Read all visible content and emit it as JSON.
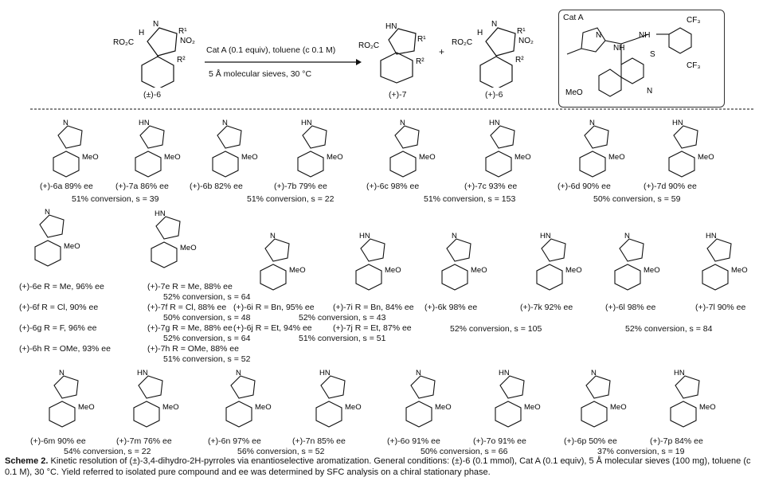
{
  "header": {
    "reactant_label": "(±)-6",
    "conditions_line1": "Cat A (0.1 equiv), toluene (c 0.1 M)",
    "conditions_line2": "5 Å molecular sieves, 30 °C",
    "product_label": "(+)-7",
    "plus": "+",
    "recovered_label": "(+)-6",
    "catalyst_box_title": "Cat A"
  },
  "atoms": {
    "N": "N",
    "HN": "HN",
    "H": "H",
    "R1": "R¹",
    "R2": "R²",
    "NO2": "NO₂",
    "RO2C": "RO₂C",
    "CF3": "CF₃",
    "NH": "NH",
    "S": "S",
    "MeO": "MeO"
  },
  "compounds": [
    {
      "label": "(+)-6a 89% ee"
    },
    {
      "label": "(+)-7a 86% ee"
    },
    {
      "label": "(+)-6b 82% ee"
    },
    {
      "label": "(+)-7b 79% ee"
    },
    {
      "label": "(+)-6c 98% ee"
    },
    {
      "label": "(+)-7c 93% ee"
    },
    {
      "label": "(+)-6d 90% ee"
    },
    {
      "label": "(+)-7d 90% ee"
    },
    {
      "label": "(+)-6e R = Me, 96% ee"
    },
    {
      "label": "(+)-7e R = Me, 88% ee"
    },
    {
      "label": "(+)-6f R = Cl, 90% ee"
    },
    {
      "label": "(+)-7f R = Cl, 88% ee"
    },
    {
      "label": "(+)-6g R = F, 96% ee"
    },
    {
      "label": "(+)-7g R = Me, 88% ee"
    },
    {
      "label": "(+)-6h R = OMe, 93% ee"
    },
    {
      "label": "(+)-7h R = OMe, 88% ee"
    },
    {
      "label": "(+)-6i R = Bn, 95% ee"
    },
    {
      "label": "(+)-7i R = Bn, 84% ee"
    },
    {
      "label": "(+)-6j R = Et, 94% ee"
    },
    {
      "label": "(+)-7j R = Et, 87% ee"
    },
    {
      "label": "(+)-6k 98% ee"
    },
    {
      "label": "(+)-7k 92% ee"
    },
    {
      "label": "(+)-6l 98% ee"
    },
    {
      "label": "(+)-7l 90% ee"
    },
    {
      "label": "(+)-6m 90% ee"
    },
    {
      "label": "(+)-7m 76% ee"
    },
    {
      "label": "(+)-6n 97% ee"
    },
    {
      "label": "(+)-7n 85% ee"
    },
    {
      "label": "(+)-6o 91% ee"
    },
    {
      "label": "(+)-7o 91% ee"
    },
    {
      "label": "(+)-6p 50% ee"
    },
    {
      "label": "(+)-7p 84% ee"
    }
  ],
  "conversions": [
    "51% conversion, s = 39",
    "51% conversion, s = 22",
    "51% conversion, s = 153",
    "50% conversion, s = 59",
    "52% conversion, s = 64",
    "50% conversion, s = 48",
    "52% conversion, s = 64",
    "51% conversion, s = 52",
    "52% conversion, s = 43",
    "51% conversion, s = 51",
    "52% conversion, s = 105",
    "52% conversion, s = 84",
    "54% conversion, s = 22",
    "56% conversion, s = 52",
    "50% conversion, s = 66",
    "37% conversion, s = 19"
  ],
  "caption": {
    "title": "Scheme 2.",
    "text": "Kinetic resolution of (±)-3,4-dihydro-2H-pyrroles via enantioselective aromatization. General conditions: (±)-6 (0.1 mmol), Cat A (0.1 equiv), 5 Å molecular sieves (100 mg), toluene (c 0.1 M), 30 °C. Yield referred to isolated pure compound and ee was determined by SFC analysis on a chiral stationary phase."
  },
  "colors": {
    "ink": "#111111",
    "background": "#ffffff",
    "box_border": "#333333"
  }
}
